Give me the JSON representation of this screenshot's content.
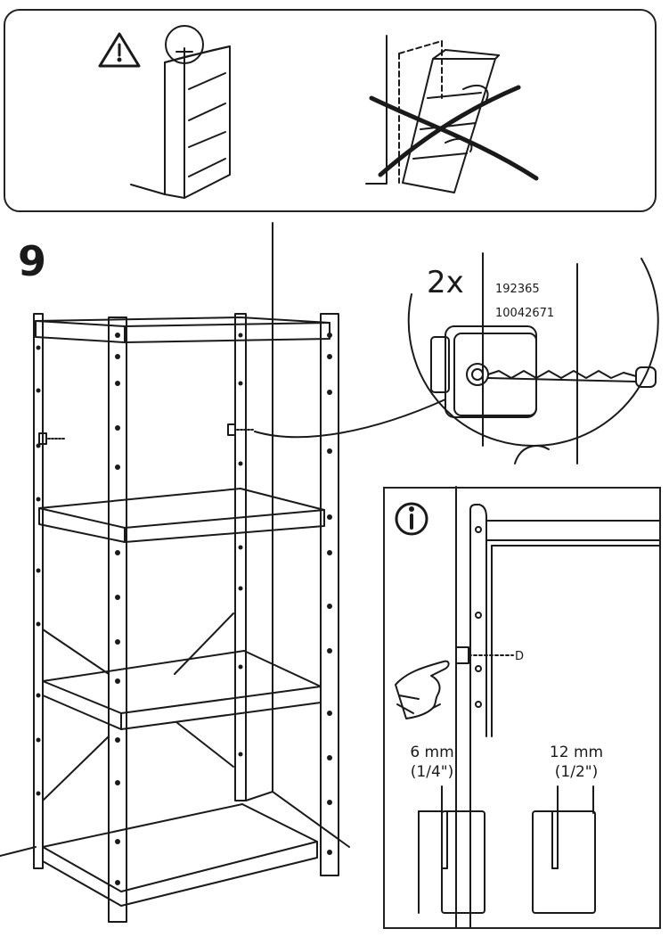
{
  "step": {
    "number": "9"
  },
  "detail": {
    "quantity": "2x",
    "part_numbers": [
      "192365",
      "10042671"
    ]
  },
  "info": {
    "screw_label": "D",
    "gaps": [
      {
        "mm": "6 mm",
        "inch": "(1/4\")"
      },
      {
        "mm": "12 mm",
        "inch": "(1/2\")"
      }
    ]
  },
  "icons": {
    "warning": "warning-triangle-icon",
    "info": "info-circle-icon",
    "pointing_hand": "pointing-hand-icon"
  },
  "colors": {
    "line": "#1a1a1a",
    "background": "#ffffff"
  }
}
